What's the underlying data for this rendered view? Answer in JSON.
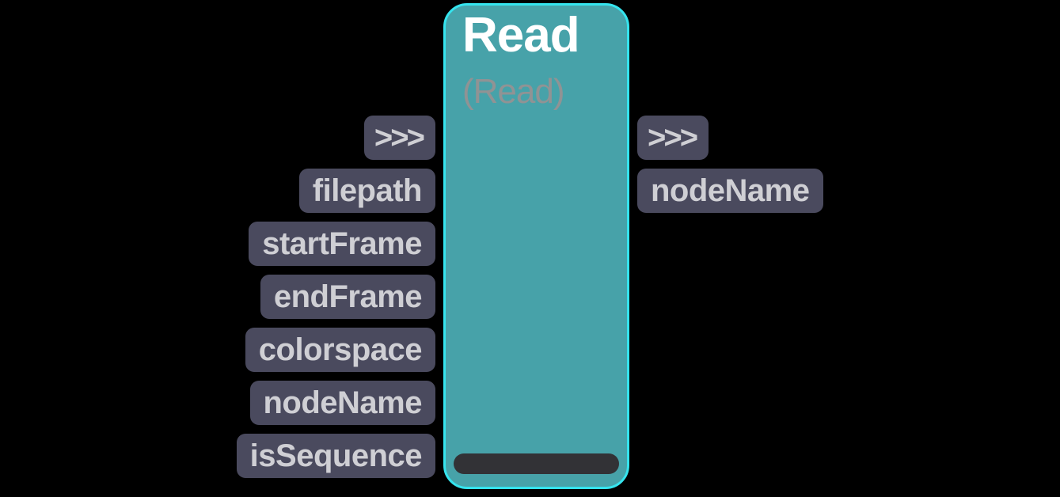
{
  "colors": {
    "background": "#000000",
    "node_body": "#47a2a9",
    "node_border": "#35e4ee",
    "node_title": "#ffffff",
    "node_subtitle": "#909394",
    "badge_bg": "#4a4a5e",
    "badge_text": "#cfcfd4",
    "bottom_bar": "#323236"
  },
  "node": {
    "title": "Read",
    "subtitle": "(Read)",
    "inputs": [
      {
        "name": "exec",
        "label": ">>>"
      },
      {
        "name": "filepath",
        "label": "filepath"
      },
      {
        "name": "startFrame",
        "label": "startFrame"
      },
      {
        "name": "endFrame",
        "label": "endFrame"
      },
      {
        "name": "colorspace",
        "label": "colorspace"
      },
      {
        "name": "nodeName",
        "label": "nodeName"
      },
      {
        "name": "isSequence",
        "label": "isSequence"
      }
    ],
    "outputs": [
      {
        "name": "exec",
        "label": ">>>"
      },
      {
        "name": "nodeName",
        "label": "nodeName"
      }
    ]
  }
}
